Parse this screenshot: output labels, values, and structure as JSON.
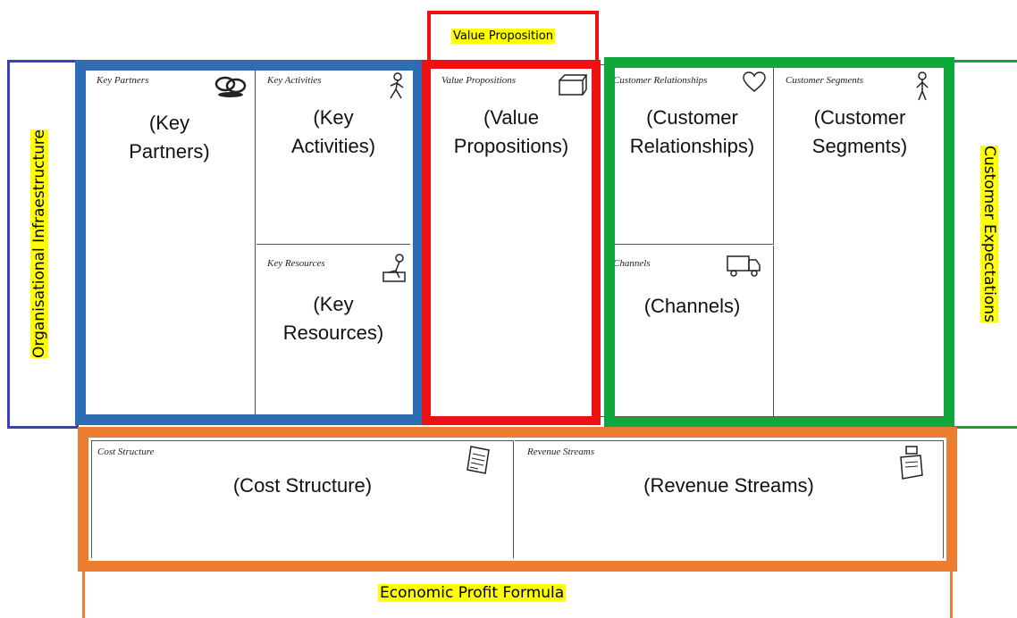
{
  "top_label": "Value Proposition",
  "left_side_label": "Organisational Infraestructure",
  "right_side_label": "Customer Expectations",
  "bottom_label": "Economic Profit Formula",
  "blocks": {
    "key_partners": {
      "tag": "Key Partners",
      "line1": "(Key",
      "line2": "Partners)"
    },
    "key_activities": {
      "tag": "Key Activities",
      "line1": "(Key",
      "line2": "Activities)"
    },
    "key_resources": {
      "tag": "Key Resources",
      "line1": "(Key",
      "line2": "Resources)"
    },
    "value_propositions": {
      "tag": "Value Propositions",
      "line1": "(Value",
      "line2": "Propositions)"
    },
    "customer_relationships": {
      "tag": "Customer Relationships",
      "line1": "(Customer",
      "line2": "Relationships)"
    },
    "channels": {
      "tag": "Channels",
      "line1": "(Channels)"
    },
    "customer_segments": {
      "tag": "Customer Segments",
      "line1": "(Customer",
      "line2": "Segments)"
    },
    "cost_structure": {
      "tag": "Cost Structure",
      "line1": "(Cost Structure)"
    },
    "revenue_streams": {
      "tag": "Revenue Streams",
      "line1": "(Revenue Streams)"
    }
  },
  "colors": {
    "organisational": "#3b3fbf",
    "blue_group": "#2e6db4",
    "red_group": "#ee1111",
    "green_group": "#10a83c",
    "orange_group": "#ed7d31",
    "highlight": "#ffff00",
    "cell_border": "#555555"
  }
}
